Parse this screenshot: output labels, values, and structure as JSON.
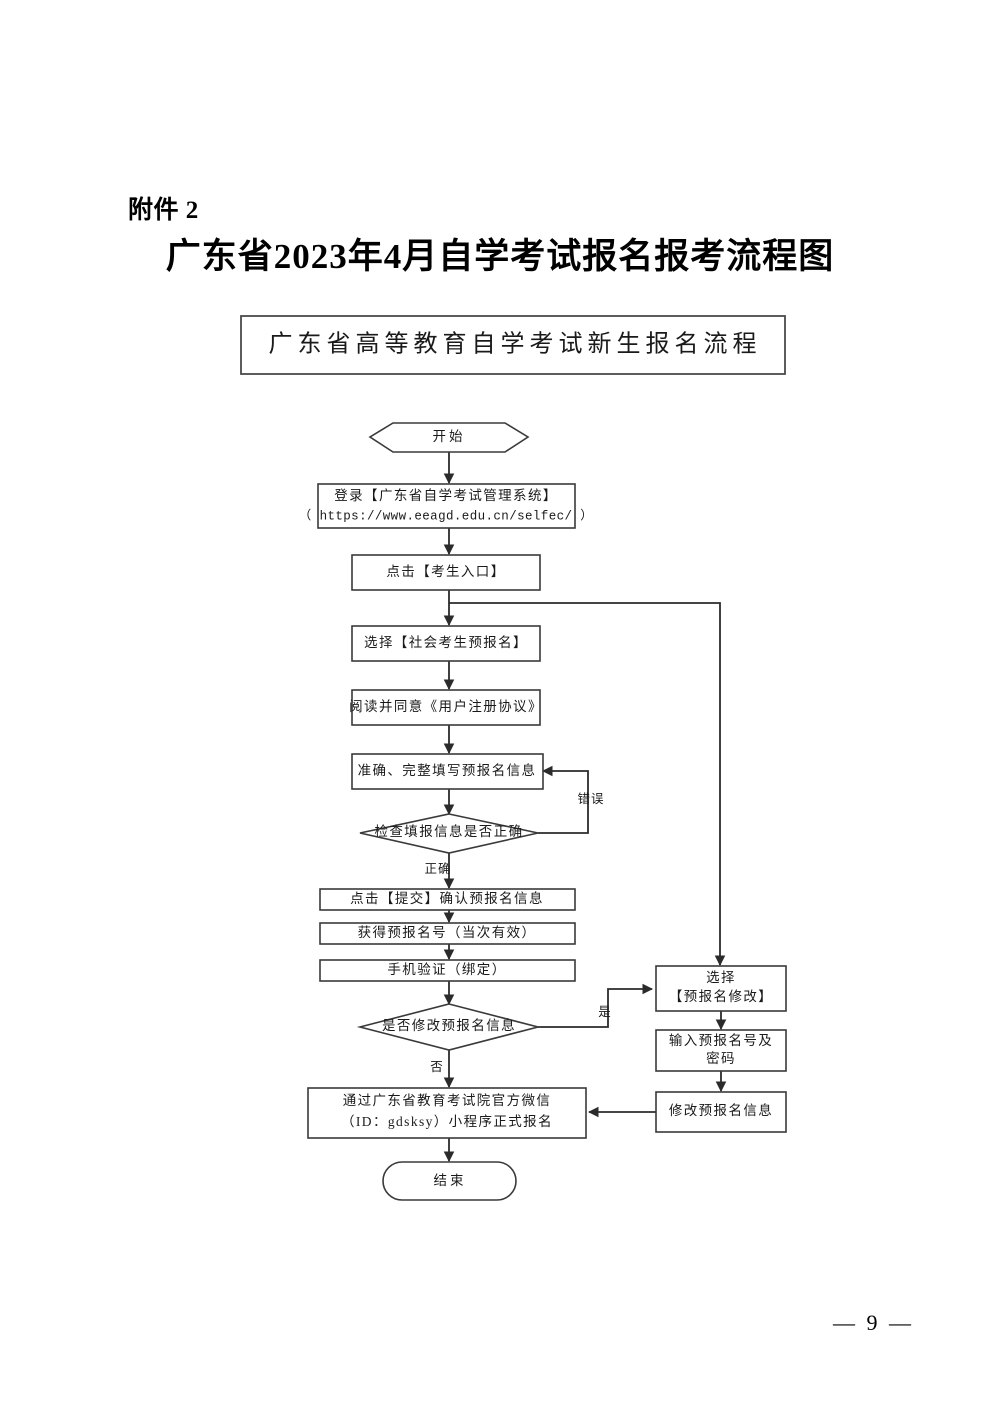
{
  "document": {
    "attachment_label": "附件 2",
    "title": "广东省2023年4月自学考试报名报考流程图",
    "page_number": "— 9 —"
  },
  "flowchart": {
    "header": "广东省高等教育自学考试新生报名流程",
    "nodes": {
      "start": "开始",
      "login_line1": "登录【广东省自学考试管理系统】",
      "login_line2": "（ https://www.eeagd.edu.cn/selfec/ ）",
      "click_entrance": "点击【考生入口】",
      "select_pre_register": "选择【社会考生预报名】",
      "read_agreement": "阅读并同意《用户注册协议》",
      "fill_info": "准确、完整填写预报名信息",
      "check_info": "检查填报信息是否正确",
      "submit_confirm": "点击【提交】确认预报名信息",
      "get_number": "获得预报名号（当次有效）",
      "phone_verify": "手机验证（绑定）",
      "modify_question": "是否修改预报名信息",
      "choose_modify_line1": "选择",
      "choose_modify_line2": "【预报名修改】",
      "input_credentials_line1": "输入预报名号及",
      "input_credentials_line2": "密码",
      "modify_info": "修改预报名信息",
      "wechat_line1": "通过广东省教育考试院官方微信",
      "wechat_line2": "（ID：gdsksy）小程序正式报名",
      "end": "结束"
    },
    "edge_labels": {
      "error": "错误",
      "correct": "正确",
      "yes": "是",
      "no": "否"
    },
    "colors": {
      "stroke": "#3a3a3a",
      "connector": "#2b2b2b",
      "fill": "#ffffff",
      "text": "#1a1a1a"
    }
  }
}
